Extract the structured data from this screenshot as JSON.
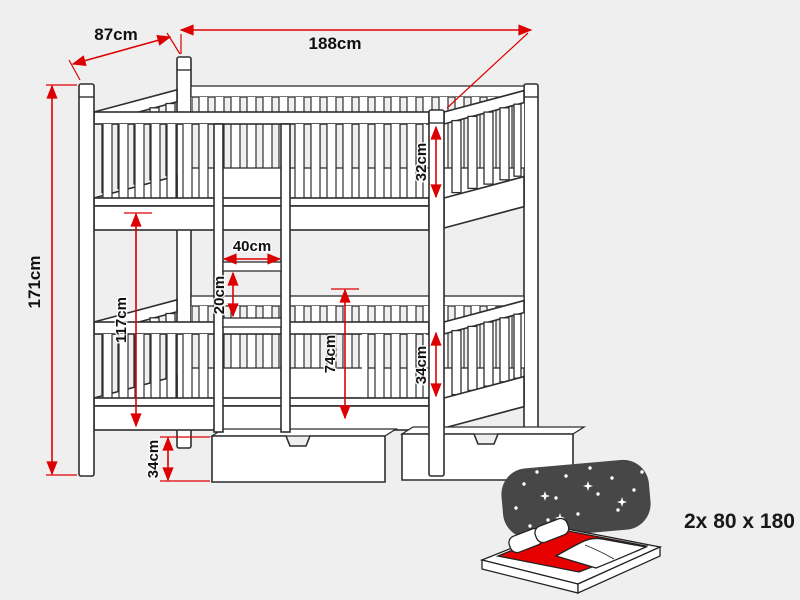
{
  "colors": {
    "background": "#efefef",
    "outline": "#2e2e2e",
    "dimension_red": "#dd0000",
    "label_text": "#111111",
    "icon_mattress_red": "#e60000",
    "icon_headboard_dark": "#474747"
  },
  "dimensions": {
    "depth": "87cm",
    "width": "188cm",
    "height": "171cm",
    "top_guard_height": "32cm",
    "ladder_opening_width": "40cm",
    "ladder_rung_gap": "20cm",
    "bottom_clearance": "74cm",
    "under_bunk_height": "117cm",
    "bottom_guard_height": "34cm",
    "drawer_height": "34cm"
  },
  "caption": {
    "mattress_info": "2x 80 x 180"
  }
}
